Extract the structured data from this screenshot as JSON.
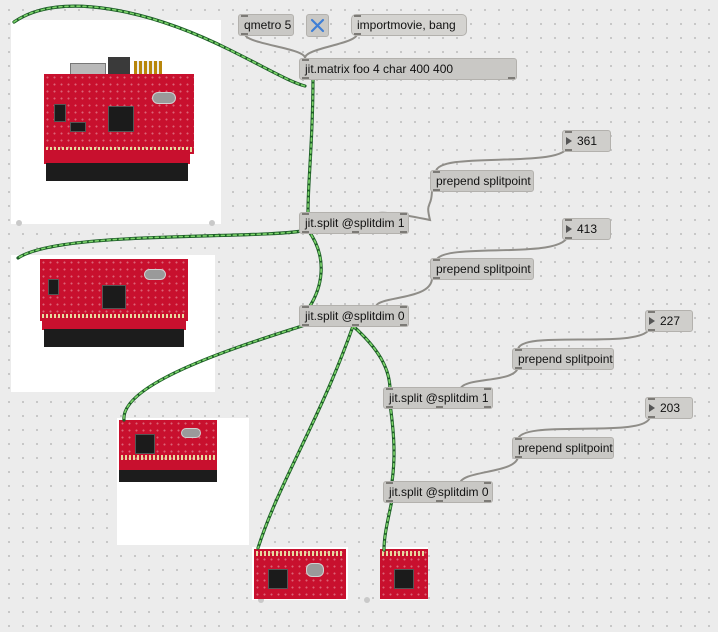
{
  "objects": {
    "qmetro": "qmetro 5",
    "importmovie": "importmovie, bang",
    "matrix": "jit.matrix foo 4 char 400 400",
    "split1": "jit.split @splitdim 1",
    "split2": "jit.split @splitdim 0",
    "split3": "jit.split @splitdim 1",
    "split4": "jit.split @splitdim 0",
    "prepend1": "prepend splitpoint",
    "prepend2": "prepend splitpoint",
    "prepend3": "prepend splitpoint",
    "prepend4": "prepend splitpoint"
  },
  "numbers": {
    "n1": "361",
    "n2": "413",
    "n3": "227",
    "n4": "203"
  },
  "colors": {
    "canvas": "#ececec",
    "object_box": "#c9c8c5",
    "patch_cord_green": "#2f8a3a",
    "toggle_x": "#3f7fd6",
    "board_red": "#c8102e"
  },
  "icons": {
    "toggle": "x-toggle-icon",
    "number_arrow": "triangle-right-icon"
  }
}
